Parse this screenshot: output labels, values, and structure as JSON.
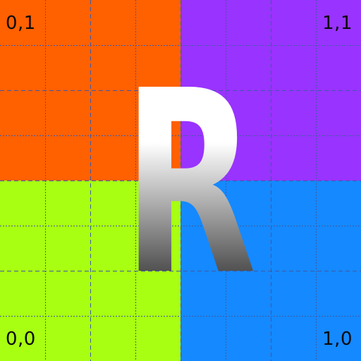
{
  "labels": {
    "top_left": "0,1",
    "top_right": "1,1",
    "bottom_left": "0,0",
    "bottom_right": "1,0"
  },
  "letter": "R",
  "colors": {
    "top_left": "#ff6000",
    "top_right": "#9933ff",
    "bottom_left": "#a8ff12",
    "bottom_right": "#1589ff",
    "grid": "#3d5aa8",
    "letter_top": "#ffffff",
    "letter_bottom": "#000000",
    "label_text": "#0a0a0a"
  }
}
